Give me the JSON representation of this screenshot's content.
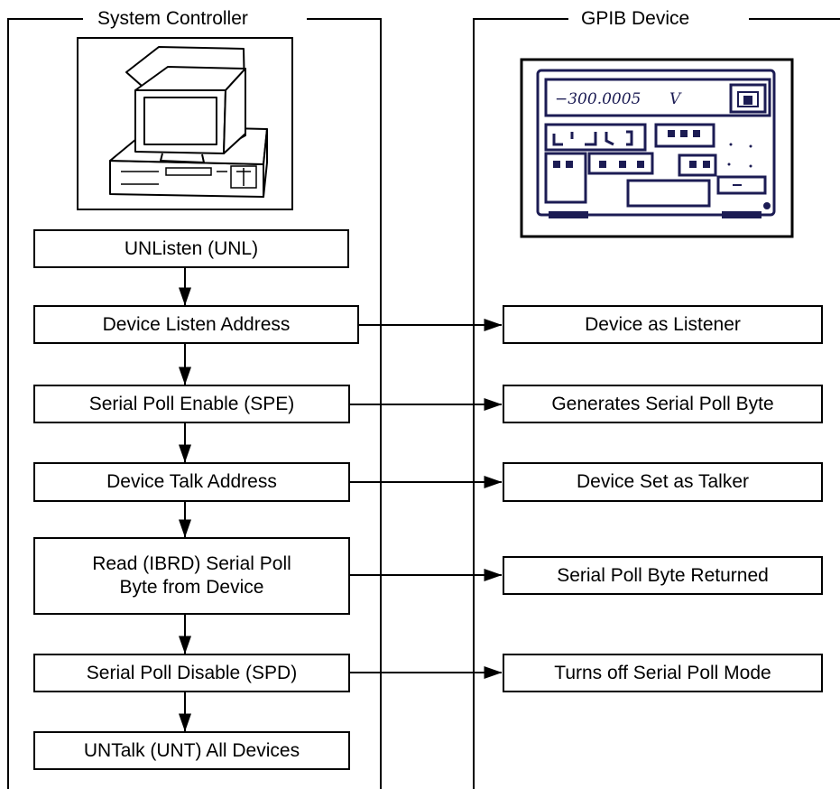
{
  "panels": {
    "left_title": "System Controller",
    "right_title": "GPIB Device"
  },
  "left_steps": [
    "UNListen (UNL)",
    "Device Listen Address",
    "Serial Poll Enable (SPE)",
    "Device Talk Address",
    "Read (IBRD) Serial Poll\nByte from Device",
    "Serial Poll Disable (SPD)",
    "UNTalk (UNT) All Devices"
  ],
  "right_steps": [
    "Device as Listener",
    "Generates Serial Poll Byte",
    "Device Set as Talker",
    "Serial Poll Byte Returned",
    "Turns off Serial Poll Mode"
  ],
  "device_display": {
    "reading": "−300.0005",
    "unit": "V"
  }
}
